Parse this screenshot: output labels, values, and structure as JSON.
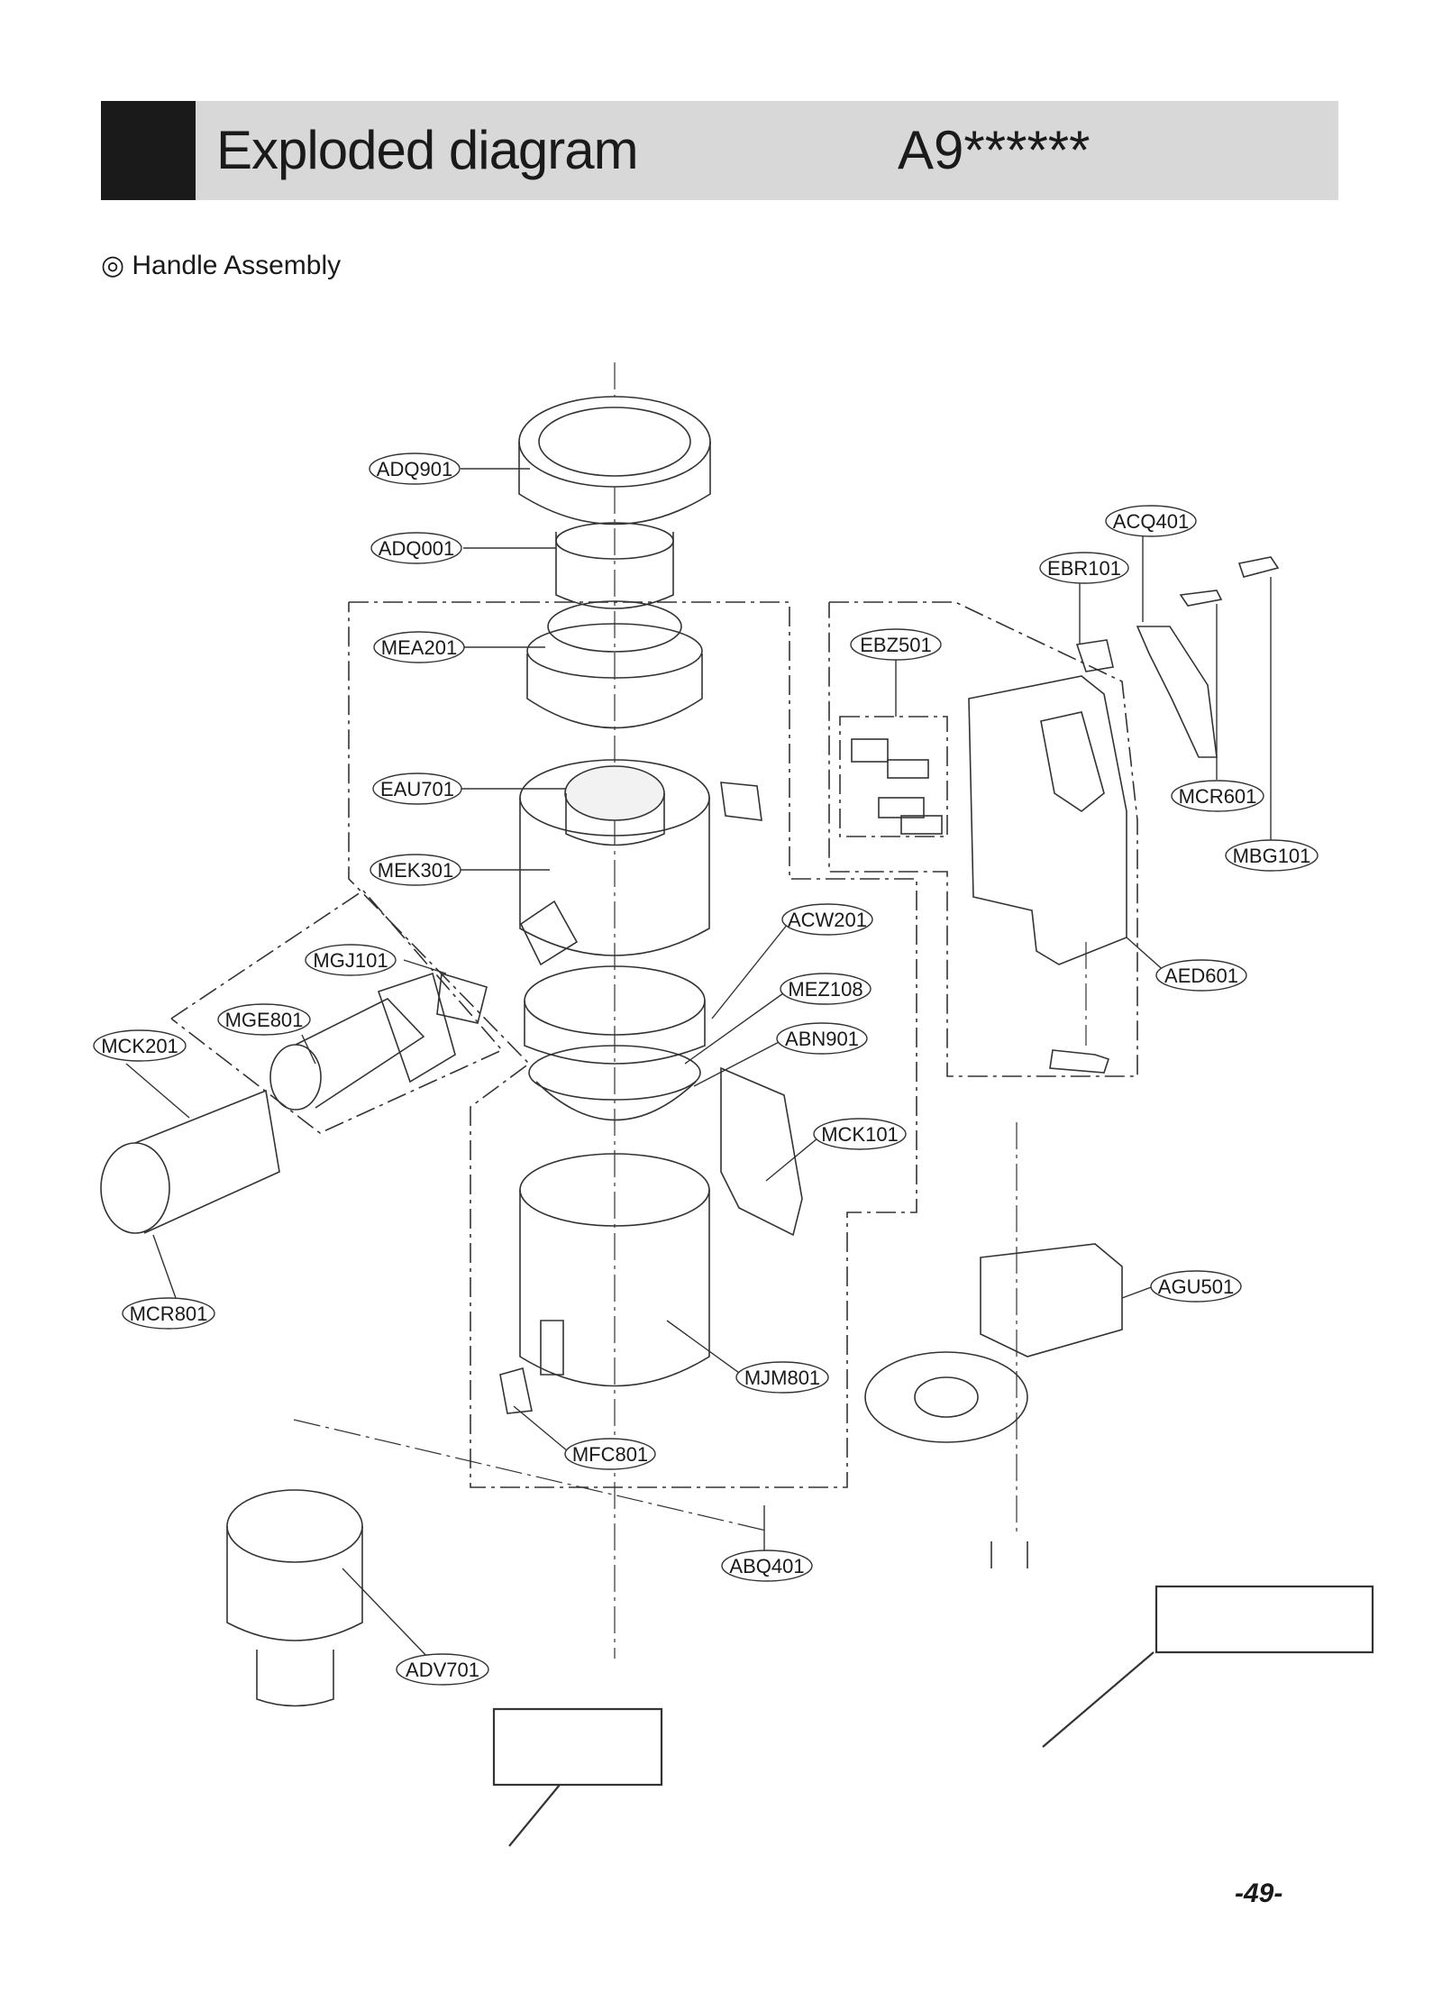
{
  "header": {
    "title": "Exploded diagram",
    "model": "A9******"
  },
  "section": {
    "icon": "◎",
    "label": "Handle Assembly"
  },
  "labels": {
    "ADQ901": "ADQ901",
    "ADQ001": "ADQ001",
    "MEA201": "MEA201",
    "EAU701": "EAU701",
    "MEK301": "MEK301",
    "MGJ101": "MGJ101",
    "MGE801": "MGE801",
    "MCK201": "MCK201",
    "MCR801": "MCR801",
    "ACW201": "ACW201",
    "MEZ108": "MEZ108",
    "ABN901": "ABN901",
    "MCK101": "MCK101",
    "MJM801": "MJM801",
    "MFC801": "MFC801",
    "ABQ401": "ABQ401",
    "ADV701": "ADV701",
    "ACQ401": "ACQ401",
    "EBR101": "EBR101",
    "EBZ501": "EBZ501",
    "MCR601": "MCR601",
    "MBG101": "MBG101",
    "AED601": "AED601",
    "AGU501": "AGU501"
  },
  "page_number": "-49-"
}
